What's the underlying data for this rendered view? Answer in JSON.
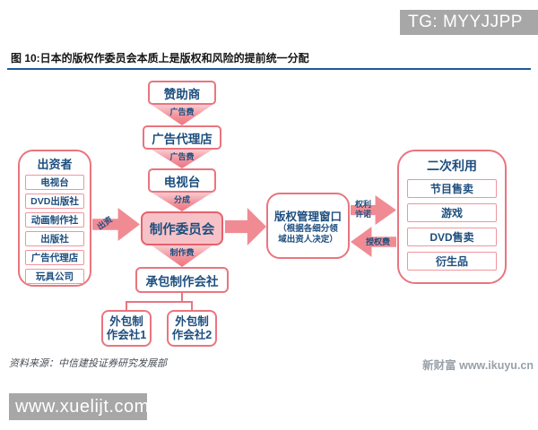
{
  "header": {
    "title": "图 10:日本的版权作委员会本质上是版权和风险的提前统一分配"
  },
  "overlays": {
    "tg_badge": "TG: MYYJJPP",
    "site_badge": "www.xuelijt.com",
    "brand_mark": "新财富 www.ikuyu.cn"
  },
  "footer": {
    "source": "资料来源：中信建投证券研究发展部"
  },
  "flow": {
    "sponsor": "赞助商",
    "ad_agency": "广告代理店",
    "tv_station": "电视台",
    "committee": "制作委员会",
    "contractor": "承包制作会社",
    "outsource1_line1": "外包制",
    "outsource1_line2": "作会社1",
    "outsource2_line1": "外包制",
    "outsource2_line2": "作会社2",
    "labels": {
      "ad_fee": "广告费",
      "share": "分成",
      "production_fee": "制作费",
      "invest": "出资"
    }
  },
  "investors": {
    "title": "出资者",
    "items": [
      "电视台",
      "DVD出版社",
      "动画制作社",
      "出版社",
      "广告代理店",
      "玩具公司"
    ]
  },
  "rights_window": {
    "title": "版权管理窗口",
    "note_line1": "（根据各细分领",
    "note_line2": "域出资人决定）"
  },
  "license_flows": {
    "grant_line1": "权利",
    "grant_line2": "许诺",
    "royalty": "授权费"
  },
  "secondary_use": {
    "title": "二次利用",
    "items": [
      "节目售卖",
      "游戏",
      "DVD售卖",
      "衍生品"
    ]
  },
  "colors": {
    "pink_border": "#e9757e",
    "pink_fill": "#f7c2c7",
    "arrow_pink": "#f08b94",
    "navy_text": "#1d4e7e",
    "underline_blue": "#1d5a99",
    "gray_badge": "#a7a7a7",
    "brand_gray": "#99a1a9"
  }
}
